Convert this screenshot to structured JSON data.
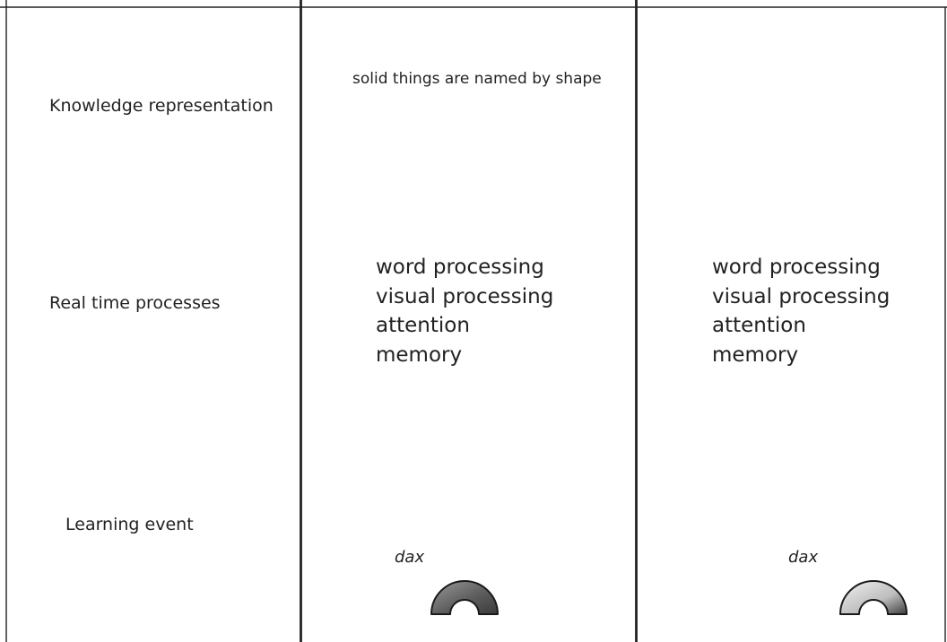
{
  "rows": {
    "knowledge": "Knowledge representation",
    "realtime": "Real time processes",
    "learning": "Learning event"
  },
  "middle": {
    "knowledge_text": "solid things are named by shape",
    "processes": [
      "word processing",
      "visual processing",
      "attention",
      "memory"
    ],
    "novel_word": "dax"
  },
  "right": {
    "processes": [
      "word processing",
      "visual processing",
      "attention",
      "memory"
    ],
    "novel_word": "dax"
  }
}
